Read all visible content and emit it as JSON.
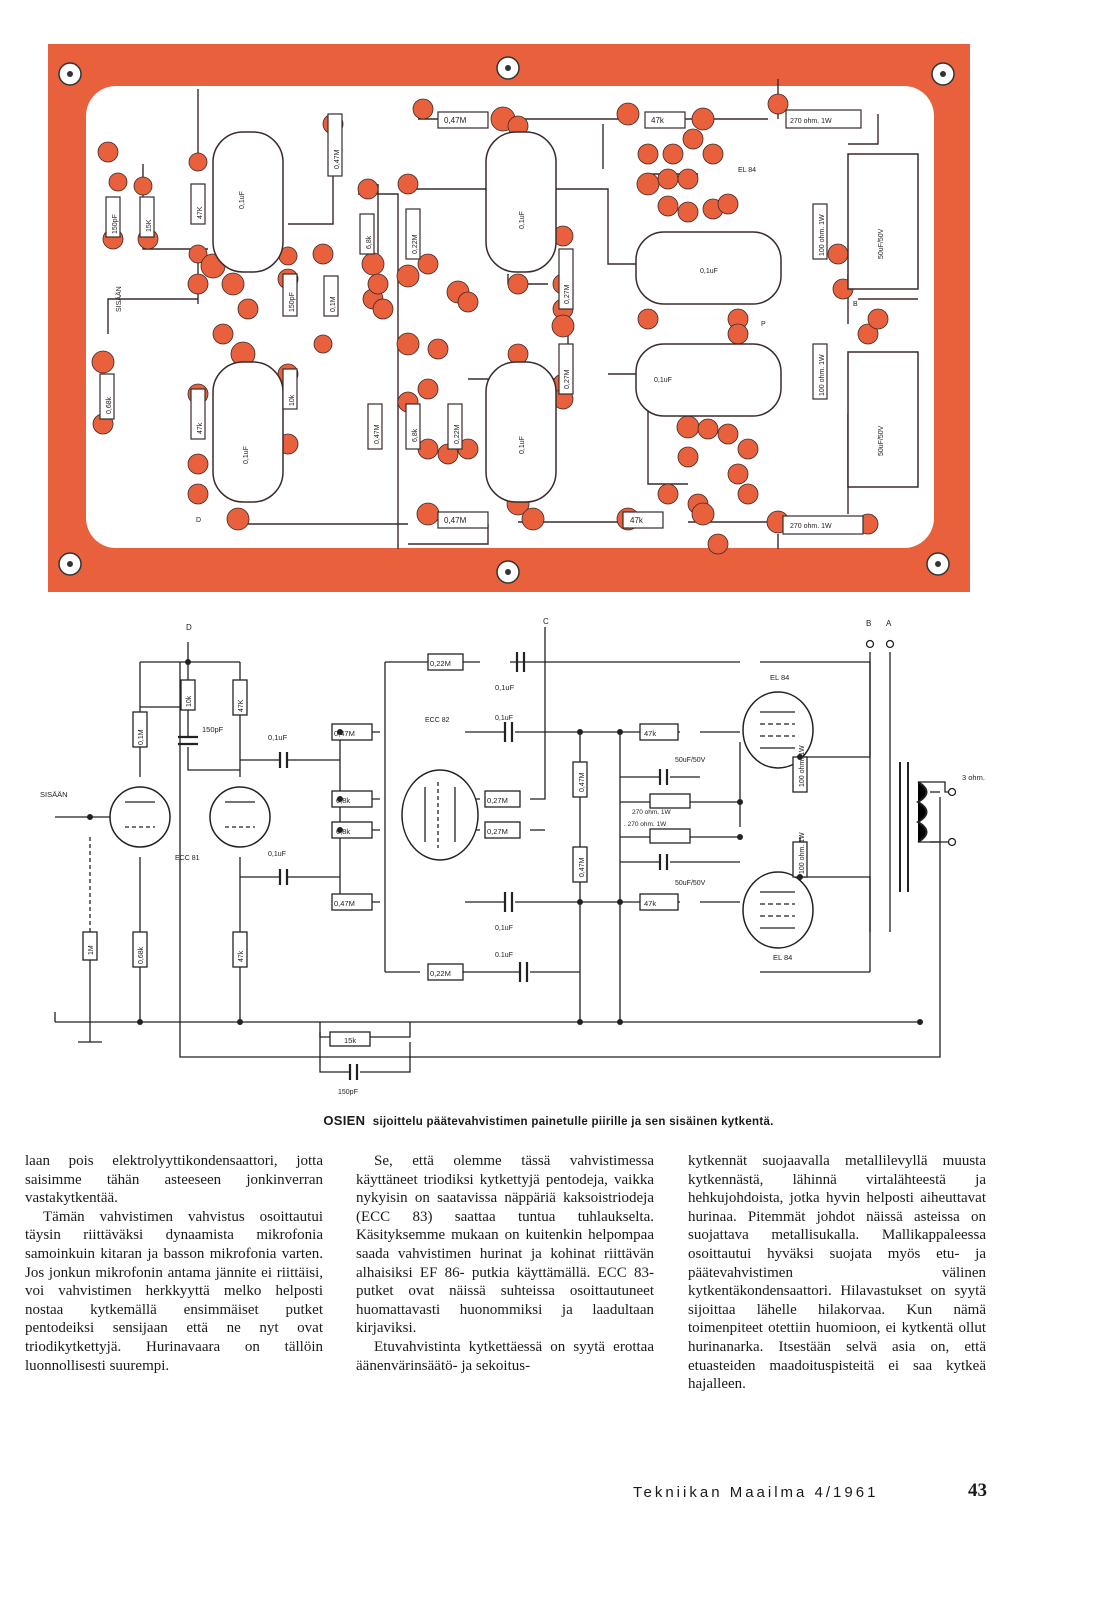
{
  "pcb": {
    "labels": {
      "r_047m_top": "0,47M",
      "r_47k_top": "47k",
      "r_270_top": "270 ohm. 1W",
      "el84": "EL 84",
      "r_150pf": "150pF",
      "r_15k": "15K",
      "sisaan": "SISÄÄN",
      "r_47k_left": "47K",
      "c_01uf_left_top": "0,1uF",
      "r_047m_left": "0,47M",
      "r_68k_mid": "6,8k",
      "r_022m_mid": "0,22M",
      "c_01uf_mid_top": "0,1uF",
      "c_01uf_right_top": "0,1uF",
      "r_100ohm_top": "100 ohm. 1W",
      "c_50uf_top": "50uF/50V",
      "r_027m_top": "0,27M",
      "c_150pf_mid": "150pF",
      "r_01m": "0,1M",
      "label_b": "B",
      "label_p": "P",
      "r_068k": "0,68k",
      "r_47k_left2": "47k",
      "r_10k": "10k",
      "c_01uf_left_bot": "0,1uF",
      "r_027m_bot": "0,27M",
      "c_01uf_right_bot": "0,1uF",
      "r_100ohm_bot": "100 ohm. 1W",
      "c_50uf_bot": "50uF/50V",
      "r_047m_bot_v": "0,47M",
      "r_68k_bot": "6,8k",
      "r_022m_bot": "0,22M",
      "c_01uf_mid_bot": "0,1uF",
      "label_d": "D",
      "r_047m_bot": "0,47M",
      "r_47k_bot": "47k",
      "r_270_bot": "270 ohm. 1W"
    }
  },
  "schematic": {
    "labels": {
      "d": "D",
      "c": "C",
      "b": "B",
      "a": "A",
      "r_022m_top": "0,22M",
      "c_01uf_a": "0,1uF",
      "el84_top": "EL 84",
      "r_01m": "0,1M",
      "r_10k": "10k",
      "r_47k_a": "47K",
      "c_150pf": "150pF",
      "c_01uf_b": "0,1uF",
      "r_047m_a": "0,47M",
      "ecc82": "ECC 82",
      "c_01uf_c": "0,1uF",
      "r_47k_b": "47k",
      "c_50uf_a": "50uF/50V",
      "r_100ohm_a": "100 ohm. 1W",
      "sisaan": "SISÄÄN",
      "r_68k_a": "6,8k",
      "r_027m_a": "0,27M",
      "r_047m_v1": "0,47M",
      "r_270_a": "270 ohm. 1W",
      "ohm3": "3 ohm.",
      "r_68k_b": "6,8k",
      "r_027m_b": "0,27M",
      "r_270_b": ". 270 ohm. 1W",
      "ecc81": "ECC 81",
      "c_01uf_d": "0,1uF",
      "r_047m_v2": "0,47M",
      "r_100ohm_b": "100 ohm. 1W",
      "c_50uf_b": "50uF/50V",
      "r_047m_b": "0,47M",
      "r_47k_c": "47k",
      "c_01uf_e": "0,1uF",
      "r_1m": "1M",
      "r_068k": "0,68k",
      "r_47k_d": "47k",
      "c_01uf_f": "0.1uF",
      "el84_bot": "EL 84",
      "r_022m_bot": "0,22M",
      "r_15k": "15k",
      "c_150pf_b": "150pF"
    }
  },
  "caption": {
    "lead": "OSIEN",
    "rest": "sijoittelu päätevahvistimen painetulle piirille ja sen sisäinen kytkentä."
  },
  "columns": {
    "col1": [
      "laan pois elektrolyyttikondensaattori, jotta saisimme tähän asteeseen jonkinverran vastakytkentää.",
      "Tämän vahvistimen vahvistus osoittautui täysin riittäväksi dynaamista mikrofonia samoinkuin kitaran ja basson mikrofonia varten. Jos jonkun mikrofonin antama jännite ei riittäisi, voi vahvistimen herkkyyttä melko helposti nostaa kytkemällä ensimmäiset putket pentodeiksi sensijaan että ne nyt ovat triodikytkettyjä. Hurinavaara on tällöin luonnollisesti suurempi."
    ],
    "col2": [
      "Se, että olemme tässä vahvistimessa käyttäneet triodiksi kytkettyjä pentodeja, vaikka nykyisin on saatavissa näppäriä kaksoistriodeja (ECC 83) saattaa tuntua tuhlaukselta. Käsityksemme mukaan on kuitenkin helpompaa saada vahvistimen hurinat ja kohinat riittävän alhaisiksi EF 86- putkia käyttämällä. ECC 83- putket ovat näissä suhteissa osoittautuneet huomattavasti huonommiksi ja laadultaan kirjaviksi.",
      "Etuvahvistinta kytkettäessä on syytä erottaa äänenvärinsäätö- ja sekoitus-"
    ],
    "col3": [
      "kytkennät suojaavalla metallilevyllä muusta kytkennästä, lähinnä virtalähteestä ja hehkujohdoista, jotka hyvin helposti aiheuttavat hurinaa. Pitemmät johdot näissä asteissa on suojattava metallisukalla. Mallikappaleessa osoittautui hyväksi suojata myös etu- ja päätevahvistimen välinen kytkentäkondensaattori. Hilavastukset on syytä sijoittaa lähelle hilakorvaa. Kun nämä toimenpiteet otettiin huomioon, ei kytkentä ollut hurinanarka. Itsestään selvä asia on, että etuasteiden maadoituspisteitä ei saa kytkeä hajalleen."
    ]
  },
  "footer": {
    "magazine": "Tekniikan Maailma 4/1961",
    "page": "43"
  }
}
